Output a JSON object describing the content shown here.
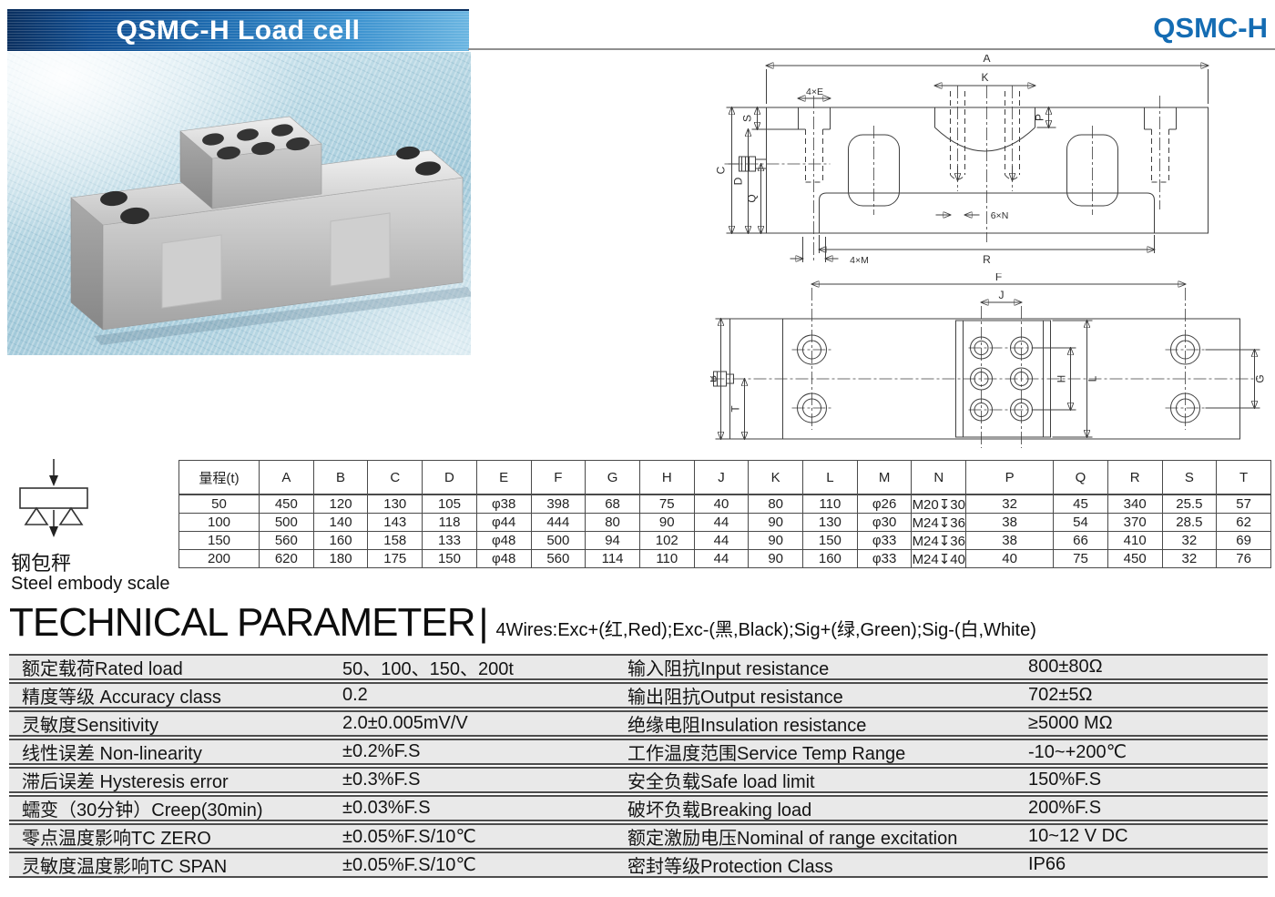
{
  "header": {
    "banner_title": "QSMC-H  Load cell",
    "model": "QSMC-H"
  },
  "colors": {
    "accent_blue": "#146cb3",
    "banner_dark_blue": "#0a2f5f",
    "banner_light_blue": "#6ab5e1",
    "photo_bg_blue": "#b9d8e4",
    "row_gray": "#e9e9e9"
  },
  "scale": {
    "zh": "钢包秤",
    "en": "Steel embody scale"
  },
  "drawings": {
    "side_labels": {
      "A": "A",
      "K": "K",
      "P": "P",
      "S": "S",
      "C": "C",
      "D": "D",
      "Q": "Q",
      "E4": "4×E",
      "N6": "6×N",
      "R": "R",
      "M4": "4×M"
    },
    "top_labels": {
      "F": "F",
      "J": "J",
      "B": "B",
      "T": "T",
      "H": "H",
      "L": "L",
      "G": "G"
    }
  },
  "dim_table": {
    "headers": [
      "量程(t)",
      "A",
      "B",
      "C",
      "D",
      "E",
      "F",
      "G",
      "H",
      "J",
      "K",
      "L",
      "M",
      "N",
      "P",
      "Q",
      "R",
      "S",
      "T"
    ],
    "rows": [
      [
        "50",
        "450",
        "120",
        "130",
        "105",
        "φ38",
        "398",
        "68",
        "75",
        "40",
        "80",
        "110",
        "φ26",
        "M20↧30",
        "32",
        "45",
        "340",
        "25.5",
        "57"
      ],
      [
        "100",
        "500",
        "140",
        "143",
        "118",
        "φ44",
        "444",
        "80",
        "90",
        "44",
        "90",
        "130",
        "φ30",
        "M24↧36",
        "38",
        "54",
        "370",
        "28.5",
        "62"
      ],
      [
        "150",
        "560",
        "160",
        "158",
        "133",
        "φ48",
        "500",
        "94",
        "102",
        "44",
        "90",
        "150",
        "φ33",
        "M24↧36",
        "38",
        "66",
        "410",
        "32",
        "69"
      ],
      [
        "200",
        "620",
        "180",
        "175",
        "150",
        "φ48",
        "560",
        "114",
        "110",
        "44",
        "90",
        "160",
        "φ33",
        "M24↧40",
        "40",
        "75",
        "450",
        "32",
        "76"
      ]
    ]
  },
  "section": {
    "title": "TECHNICAL PARAMETER",
    "divider": "|",
    "wires_note": "4Wires:Exc+(红,Red);Exc-(黑,Black);Sig+(绿,Green);Sig-(白,White)"
  },
  "param_table": {
    "rows": [
      {
        "l1": "额定载荷Rated load",
        "v1": "50、100、150、200t",
        "l2": "输入阻抗Input resistance",
        "v2": "800±80Ω"
      },
      {
        "l1": "精度等级 Accuracy class",
        "v1": "0.2",
        "l2": "输出阻抗Output resistance",
        "v2": "702±5Ω"
      },
      {
        "l1": "灵敏度Sensitivity",
        "v1": "2.0±0.005mV/V",
        "l2": "绝缘电阻Insulation resistance",
        "v2": "≥5000 MΩ"
      },
      {
        "l1": "线性误差 Non-linearity",
        "v1": "±0.2%F.S",
        "l2": "工作温度范围Service Temp Range",
        "v2": "-10~+200℃"
      },
      {
        "l1": "滞后误差 Hysteresis error",
        "v1": "±0.3%F.S",
        "l2": "安全负载Safe load limit",
        "v2": "150%F.S"
      },
      {
        "l1": "蠕变（30分钟）Creep(30min)",
        "v1": "±0.03%F.S",
        "l2": "破坏负载Breaking load",
        "v2": "200%F.S"
      },
      {
        "l1": "零点温度影响TC ZERO",
        "v1": "±0.05%F.S/10℃",
        "l2": "额定激励电压Nominal of range excitation",
        "v2": "10~12 V DC"
      },
      {
        "l1": "灵敏度温度影响TC SPAN",
        "v1": "±0.05%F.S/10℃",
        "l2": "密封等级Protection Class",
        "v2": "IP66"
      }
    ]
  }
}
